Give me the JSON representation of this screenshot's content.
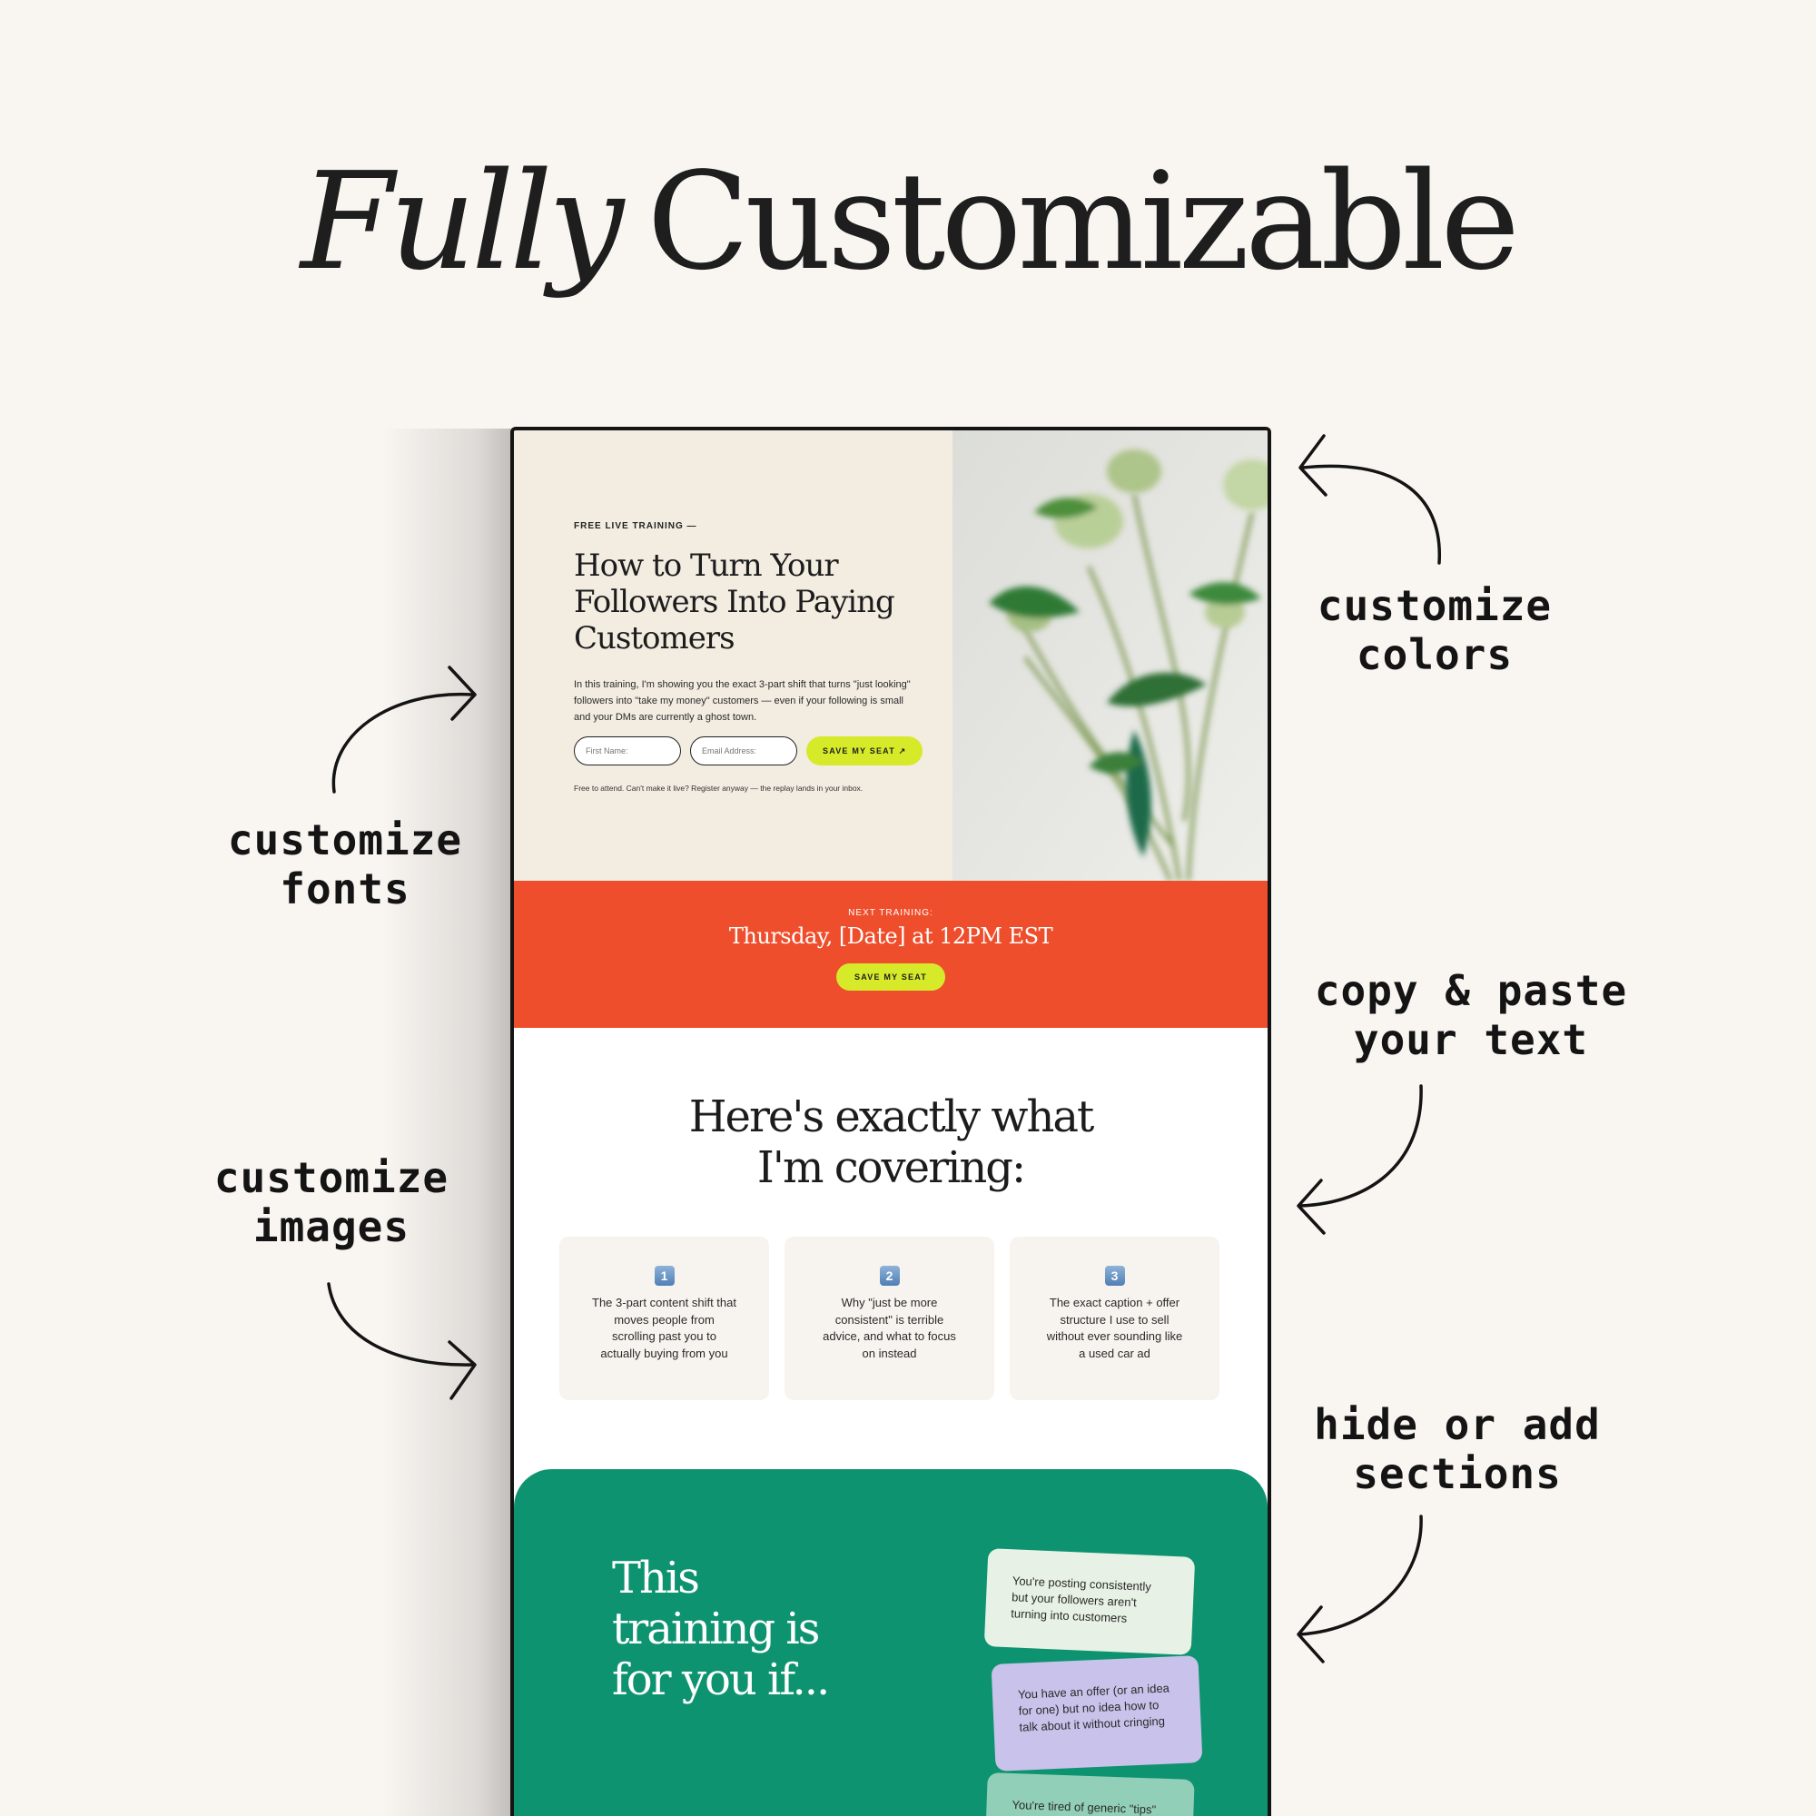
{
  "headline": {
    "italic": "Fully",
    "rest": "Customizable"
  },
  "annotations": {
    "colors": [
      "customize",
      "colors"
    ],
    "fonts": [
      "customize",
      "fonts"
    ],
    "copy": [
      "copy & paste",
      "your text"
    ],
    "images": [
      "customize",
      "images"
    ],
    "sections": [
      "hide or add",
      "sections"
    ]
  },
  "hero": {
    "eyebrow": "FREE LIVE TRAINING —",
    "title_lines": [
      "How to Turn Your",
      "Followers Into Paying",
      "Customers"
    ],
    "description": "In this training, I'm showing you the exact 3-part shift that turns \"just looking\" followers into \"take my money\" customers — even if your following is small and your DMs are currently a ghost town.",
    "first_name_placeholder": "First Name:",
    "email_placeholder": "Email Address:",
    "cta": "SAVE MY SEAT ↗",
    "note": "Free to attend. Can't make it live? Register anyway — the replay lands in your inbox."
  },
  "promo": {
    "eyebrow": "NEXT TRAINING:",
    "date": "Thursday, [Date] at 12PM EST",
    "cta": "SAVE MY SEAT"
  },
  "covering": {
    "title_lines": [
      "Here's exactly what",
      "I'm covering:"
    ],
    "cards": [
      {
        "number": "1",
        "text": "The 3-part content shift that moves people from scrolling past you to actually buying from you"
      },
      {
        "number": "2",
        "text": "Why \"just be more consistent\" is terrible advice, and what to focus on instead"
      },
      {
        "number": "3",
        "text": "The exact caption + offer structure I use to sell without ever sounding like a used car ad"
      }
    ]
  },
  "audience": {
    "title_lines": [
      "This",
      "training is",
      "for you if..."
    ],
    "notes": [
      "You're posting consistently but your followers aren't turning into customers",
      "You have an offer (or an idea for one) but no idea how to talk about it without cringing",
      "You're tired of generic \"tips\""
    ]
  },
  "colors": {
    "background": "#f9f6f2",
    "hero_bg": "#f2ece1",
    "promo_bg": "#ee4e2c",
    "lime": "#d6ea2a",
    "green": "#0e9370",
    "note_mint": "#e8f1e5",
    "note_lavender": "#c9c2ea",
    "note_teal": "#92cfb8"
  }
}
